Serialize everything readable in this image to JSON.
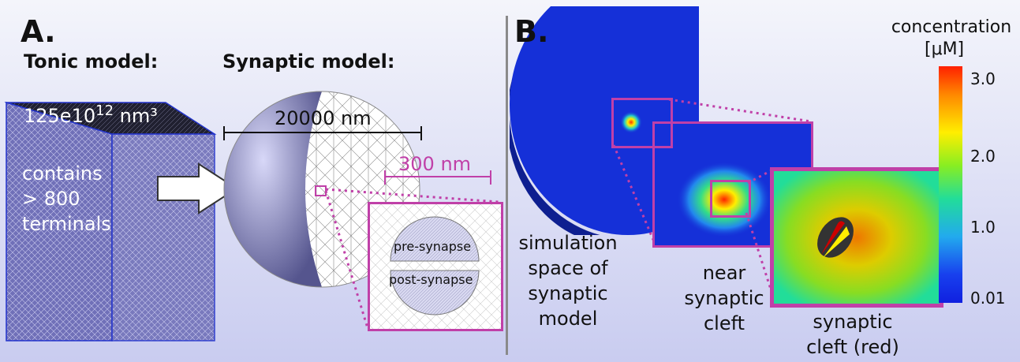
{
  "panel_a": {
    "letter": "A.",
    "tonic_title": "Tonic model:",
    "synaptic_title": "Synaptic model:",
    "volume_base": "125e10",
    "volume_exp": "12",
    "volume_unit": "nm³",
    "contains_line1": "contains",
    "contains_line2": "> 800",
    "contains_line3": "terminals",
    "scale_20000": "20000 nm",
    "scale_300": "300 nm",
    "pre_synapse": "pre-synapse",
    "post_synapse": "post-synapse"
  },
  "panel_b": {
    "letter": "B.",
    "colorbar_title": "concentration",
    "colorbar_unit": "[μM]",
    "colorbar_ticks": [
      "3.0",
      "2.0",
      "1.0",
      "0.01"
    ],
    "label_sim_1": "simulation",
    "label_sim_2": "space of",
    "label_sim_3": "synaptic",
    "label_sim_4": "model",
    "label_near_1": "near",
    "label_near_2": "synaptic",
    "label_near_3": "cleft",
    "label_cleft_1": "synaptic",
    "label_cleft_2": "cleft (red)"
  },
  "colors": {
    "highlight": "#c040a8",
    "mesh_blue": "#6a6ab8",
    "sim_blue": "#1530d8"
  }
}
